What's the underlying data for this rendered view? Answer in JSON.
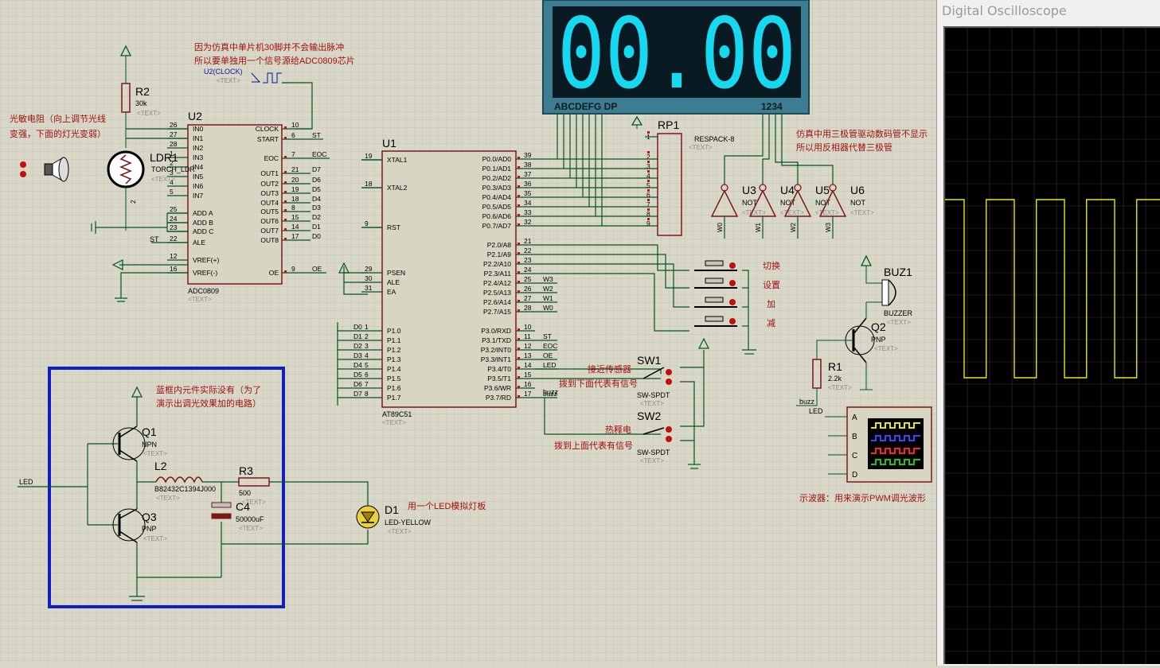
{
  "notes": {
    "clock_note1": "因为仿真中单片机30脚并不会输出脉冲",
    "clock_note2": "所以要单独用一个信号源给ADC0809芯片",
    "ldr_note1": "光敏电阻（向上调节光线",
    "ldr_note2": "变强，下面的灯光变弱）",
    "seg_note1": "仿真中用三极管驱动数码管不显示",
    "seg_note2": "所以用反相器代替三极管",
    "blue_note1": "蓝框内元件实际没有（为了",
    "blue_note2": "演示出调光效果加的电路）",
    "led_note": "用一个LED模拟灯板",
    "scope_note": "示波器：用来演示PWM调光波形",
    "sw1_note1": "接近传感器",
    "sw1_note2": "拨到下面代表有信号",
    "sw2_note1": "热释电",
    "sw2_note2": "拨到上面代表有信号",
    "btn_switch": "切换",
    "btn_set": "设置",
    "btn_add": "加",
    "btn_sub": "减"
  },
  "display": {
    "value": "00.00",
    "seg_label": "ABCDEFG DP",
    "digit_label": "1234"
  },
  "components": {
    "u2": {
      "ref": "U2",
      "part": "ADC0809",
      "text": "<TEXT>",
      "left_pins": [
        {
          "n": "26",
          "name": "IN0"
        },
        {
          "n": "27",
          "name": "IN1"
        },
        {
          "n": "28",
          "name": "IN2"
        },
        {
          "n": "1",
          "name": "IN3"
        },
        {
          "n": "2",
          "name": "IN4"
        },
        {
          "n": "3",
          "name": "IN5"
        },
        {
          "n": "4",
          "name": "IN6"
        },
        {
          "n": "5",
          "name": "IN7"
        },
        {
          "n": "25",
          "name": "ADD A"
        },
        {
          "n": "24",
          "name": "ADD B"
        },
        {
          "n": "23",
          "name": "ADD C"
        },
        {
          "n": "22",
          "name": "ALE"
        },
        {
          "n": "12",
          "name": "VREF(+)"
        },
        {
          "n": "16",
          "name": "VREF(-)"
        }
      ],
      "right_pins": [
        {
          "n": "10",
          "name": "CLOCK",
          "net": ""
        },
        {
          "n": "6",
          "name": "START",
          "net": "ST"
        },
        {
          "n": "7",
          "name": "EOC",
          "net": "EOC"
        },
        {
          "n": "21",
          "name": "OUT1",
          "net": "D7"
        },
        {
          "n": "20",
          "name": "OUT2",
          "net": "D6"
        },
        {
          "n": "19",
          "name": "OUT3",
          "net": "D5"
        },
        {
          "n": "18",
          "name": "OUT4",
          "net": "D4"
        },
        {
          "n": "8",
          "name": "OUT5",
          "net": "D3"
        },
        {
          "n": "15",
          "name": "OUT6",
          "net": "D2"
        },
        {
          "n": "14",
          "name": "OUT7",
          "net": "D1"
        },
        {
          "n": "17",
          "name": "OUT8",
          "net": "D0"
        },
        {
          "n": "9",
          "name": "OE",
          "net": "OE"
        }
      ]
    },
    "u1": {
      "ref": "U1",
      "part": "AT89C51",
      "text": "<TEXT>",
      "left_pins": [
        {
          "n": "19",
          "name": "XTAL1",
          "net": ""
        },
        {
          "n": "18",
          "name": "XTAL2",
          "net": ""
        },
        {
          "n": "9",
          "name": "RST",
          "net": ""
        },
        {
          "n": "29",
          "name": "PSEN",
          "net": ""
        },
        {
          "n": "30",
          "name": "ALE",
          "net": ""
        },
        {
          "n": "31",
          "name": "EA",
          "net": ""
        },
        {
          "n": "1",
          "name": "P1.0",
          "net": "D0"
        },
        {
          "n": "2",
          "name": "P1.1",
          "net": "D1"
        },
        {
          "n": "3",
          "name": "P1.2",
          "net": "D2"
        },
        {
          "n": "4",
          "name": "P1.3",
          "net": "D3"
        },
        {
          "n": "5",
          "name": "P1.4",
          "net": "D4"
        },
        {
          "n": "6",
          "name": "P1.5",
          "net": "D5"
        },
        {
          "n": "7",
          "name": "P1.6",
          "net": "D6"
        },
        {
          "n": "8",
          "name": "P1.7",
          "net": "D7"
        }
      ],
      "right_pins": [
        {
          "n": "39",
          "name": "P0.0/AD0",
          "net": ""
        },
        {
          "n": "38",
          "name": "P0.1/AD1",
          "net": ""
        },
        {
          "n": "37",
          "name": "P0.2/AD2",
          "net": ""
        },
        {
          "n": "36",
          "name": "P0.3/AD3",
          "net": ""
        },
        {
          "n": "35",
          "name": "P0.4/AD4",
          "net": ""
        },
        {
          "n": "34",
          "name": "P0.5/AD5",
          "net": ""
        },
        {
          "n": "33",
          "name": "P0.6/AD6",
          "net": ""
        },
        {
          "n": "32",
          "name": "P0.7/AD7",
          "net": ""
        },
        {
          "n": "21",
          "name": "P2.0/A8",
          "net": ""
        },
        {
          "n": "22",
          "name": "P2.1/A9",
          "net": ""
        },
        {
          "n": "23",
          "name": "P2.2/A10",
          "net": ""
        },
        {
          "n": "24",
          "name": "P2.3/A11",
          "net": ""
        },
        {
          "n": "25",
          "name": "P2.4/A12",
          "net": "W3"
        },
        {
          "n": "26",
          "name": "P2.5/A13",
          "net": "W2"
        },
        {
          "n": "27",
          "name": "P2.6/A14",
          "net": "W1"
        },
        {
          "n": "28",
          "name": "P2.7/A15",
          "net": "W0"
        },
        {
          "n": "10",
          "name": "P3.0/RXD",
          "net": ""
        },
        {
          "n": "11",
          "name": "P3.1/TXD",
          "net": "ST"
        },
        {
          "n": "12",
          "name": "P3.2/INT0",
          "net": "EOC"
        },
        {
          "n": "13",
          "name": "P3.3/INT1",
          "net": "OE"
        },
        {
          "n": "14",
          "name": "P3.4/T0",
          "net": "LED"
        },
        {
          "n": "15",
          "name": "P3.5/T1",
          "net": ""
        },
        {
          "n": "16",
          "name": "P3.6/WR",
          "net": ""
        },
        {
          "n": "17",
          "name": "P3.7/RD",
          "net": "buzz"
        }
      ]
    },
    "rp1": {
      "ref": "RP1",
      "part": "RESPACK-8",
      "text": "<TEXT>",
      "pins": [
        "1",
        "2",
        "3",
        "4",
        "5",
        "6",
        "7",
        "8",
        "9"
      ]
    },
    "r2": {
      "ref": "R2",
      "value": "30k",
      "text": "<TEXT>"
    },
    "ldr1": {
      "ref": "LDR1",
      "part": "TORCH_LDR",
      "text": "<TEXT>",
      "pin": "2"
    },
    "u2clock": {
      "ref": "U2(CLOCK)",
      "text": "<TEXT>"
    },
    "inverters": [
      {
        "ref": "U3",
        "part": "NOT",
        "net": "W0"
      },
      {
        "ref": "U4",
        "part": "NOT",
        "net": "W1"
      },
      {
        "ref": "U5",
        "part": "NOT",
        "net": "W2"
      },
      {
        "ref": "U6",
        "part": "NOT",
        "net": "W3"
      }
    ],
    "inv_text": "<TEXT>",
    "sw1": {
      "ref": "SW1",
      "part": "SW-SPDT",
      "text": "<TEXT>"
    },
    "sw2": {
      "ref": "SW2",
      "part": "SW-SPDT",
      "text": "<TEXT>"
    },
    "buz1": {
      "ref": "BUZ1",
      "part": "BUZZER",
      "text": "<TEXT>"
    },
    "q2": {
      "ref": "Q2",
      "part": "PNP",
      "text": "<TEXT>"
    },
    "r1": {
      "ref": "R1",
      "value": "2.2k",
      "text": "<TEXT>"
    },
    "q1": {
      "ref": "Q1",
      "part": "NPN",
      "text": "<TEXT>"
    },
    "q3": {
      "ref": "Q3",
      "part": "PNP",
      "text": "<TEXT>"
    },
    "l2": {
      "ref": "L2",
      "part": "B82432C1394J000",
      "text": "<TEXT>"
    },
    "r3": {
      "ref": "R3",
      "value": "500",
      "text": "<TEXT>"
    },
    "c4": {
      "ref": "C4",
      "value": "50000uF",
      "text": "<TEXT>"
    },
    "d1": {
      "ref": "D1",
      "part": "LED-YELLOW",
      "text": "<TEXT>"
    },
    "scope_channels": [
      "A",
      "B",
      "C",
      "D"
    ],
    "nets": {
      "led": "LED",
      "buzz": "buzz",
      "st": "ST"
    }
  },
  "oscilloscope": {
    "title": "Digital Oscilloscope",
    "trace_color": "#e8e800",
    "grid_color": "#3a3a3a",
    "screen_color": "#000000"
  },
  "colors": {
    "background": "#d9d8c8",
    "wire": "#00551e",
    "component": "#7a1818",
    "annotation": "#a01010",
    "highlight_frame": "#1020c0",
    "display_body": "#3c7d91",
    "segment_on": "#16d9f0"
  }
}
